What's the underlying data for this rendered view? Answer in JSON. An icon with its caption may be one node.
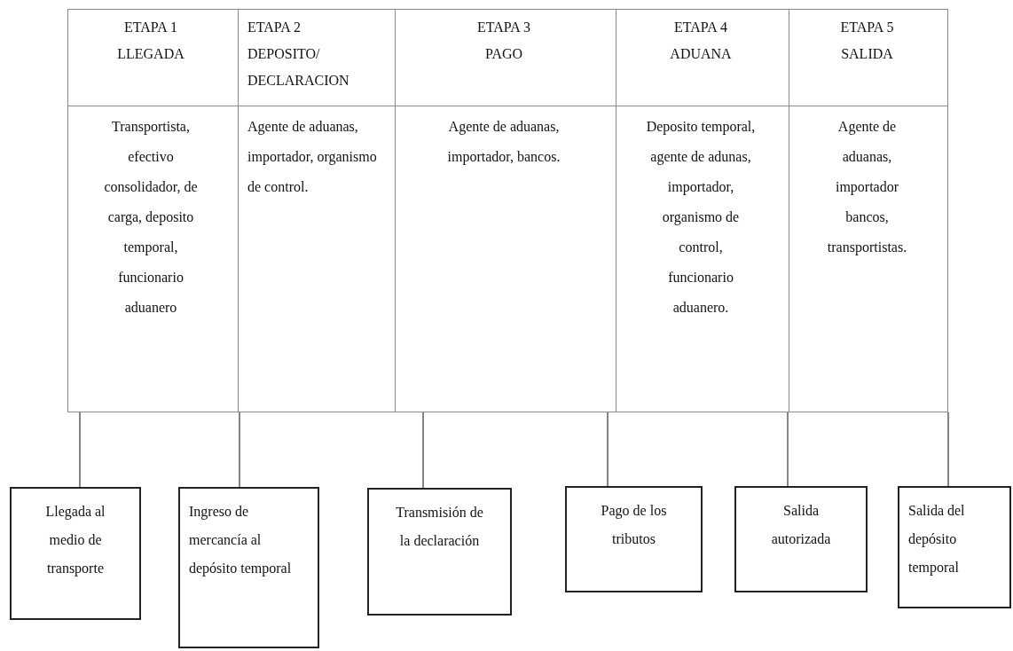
{
  "diagram": {
    "nodes": [
      {
        "text": [],
        "shape": "box"
      },
      {
        "text": [
          "ETAPA 1 LLEGADA"
        ],
        "in": 0
      },
      {
        "text": [
          "ETAPA 2 DEPOSITO/ DECLARACION"
        ],
        "in": 0
      },
      {
        "text": [
          "ETAPA 3 PAGO"
        ],
        "in": 0
      },
      {
        "text": [
          "ETAPA 4 ADUANA"
        ],
        "in": 0
      },
      {
        "text": [
          "ETAPA 5 SALIDA"
        ],
        "in": 0
      },
      {
        "text": [
          "Transportista, efectivo consolidador, de carga, deposito temporal, funcionario aduanero"
        ],
        "in": 0
      },
      {
        "text": [
          "Agente de aduanas, importador, organismo de control."
        ],
        "in": 0
      },
      {
        "text": [
          "Agente de aduanas, importador, bancos."
        ],
        "in": 0
      },
      {
        "text": [
          "Deposito temporal, agente de adunas, importador, organismo de control, funcionario aduanero."
        ],
        "in": 0
      },
      {
        "text": [
          "Agente de aduanas, importador bancos, transportistas."
        ],
        "in": 0
      },
      {
        "text": [
          "Llegada al medio de transporte"
        ]
      },
      {
        "text": [
          "Ingreso de mercancía al depósito temporal"
        ]
      },
      {
        "text": [
          "Transmisión de la declaración"
        ]
      },
      {
        "text": [
          "Pago de los tributos"
        ]
      },
      {
        "text": [
          "Salida autorizada"
        ]
      },
      {
        "text": [
          "Salida del depósito temporal"
        ]
      }
    ],
    "edges": [
      {
        "from": 0,
        "to": 11,
        "arrow": "none"
      },
      {
        "from": 0,
        "to": 12,
        "arrow": "none"
      },
      {
        "from": 0,
        "to": 13,
        "arrow": "none"
      },
      {
        "from": 0,
        "to": 14,
        "arrow": "none"
      },
      {
        "from": 0,
        "to": 15,
        "arrow": "none"
      },
      {
        "from": 0,
        "to": 16,
        "arrow": "none"
      }
    ]
  }
}
